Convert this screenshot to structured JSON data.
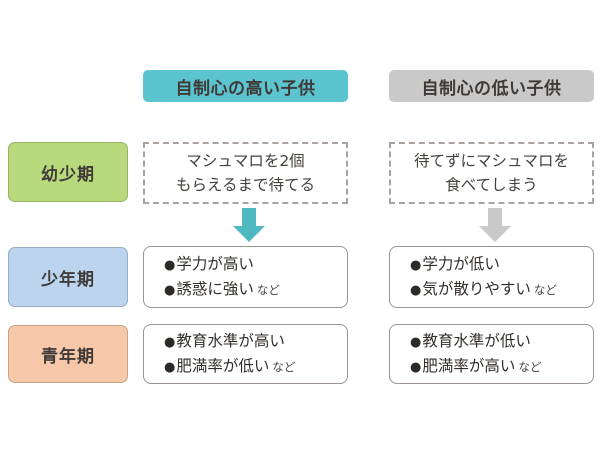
{
  "columns": [
    {
      "id": "high",
      "label": "自制心の高い子供",
      "color": "#5bc4ce",
      "arrow_color": "#4fb9c2"
    },
    {
      "id": "low",
      "label": "自制心の低い子供",
      "color": "#c9c9c9",
      "arrow_color": "#c9c9c9"
    }
  ],
  "stages": [
    {
      "id": "early-childhood",
      "label": "幼少期",
      "color": "#b8da7c"
    },
    {
      "id": "boyhood",
      "label": "少年期",
      "color": "#bcd4ee"
    },
    {
      "id": "adolescence",
      "label": "青年期",
      "color": "#f6c7a8"
    }
  ],
  "cells": {
    "high": {
      "row0": {
        "style": "dashed",
        "lines": [
          "マシュマロを2個",
          "もらえるまで待てる"
        ]
      },
      "row1": {
        "style": "bullets",
        "bullets": [
          {
            "text": "学力が高い",
            "suffix": ""
          },
          {
            "text": "誘惑に強い",
            "suffix": "など"
          }
        ]
      },
      "row2": {
        "style": "bullets",
        "bullets": [
          {
            "text": "教育水準が高い",
            "suffix": ""
          },
          {
            "text": "肥満率が低い",
            "suffix": "など"
          }
        ]
      }
    },
    "low": {
      "row0": {
        "style": "dashed",
        "lines": [
          "待てずにマシュマロを",
          "食べてしまう"
        ]
      },
      "row1": {
        "style": "bullets",
        "bullets": [
          {
            "text": "学力が低い",
            "suffix": ""
          },
          {
            "text": "気が散りやすい",
            "suffix": "など"
          }
        ]
      },
      "row2": {
        "style": "bullets",
        "bullets": [
          {
            "text": "教育水準が低い",
            "suffix": ""
          },
          {
            "text": "肥満率が高い",
            "suffix": "など"
          }
        ]
      }
    }
  },
  "bullet_glyph": "●"
}
